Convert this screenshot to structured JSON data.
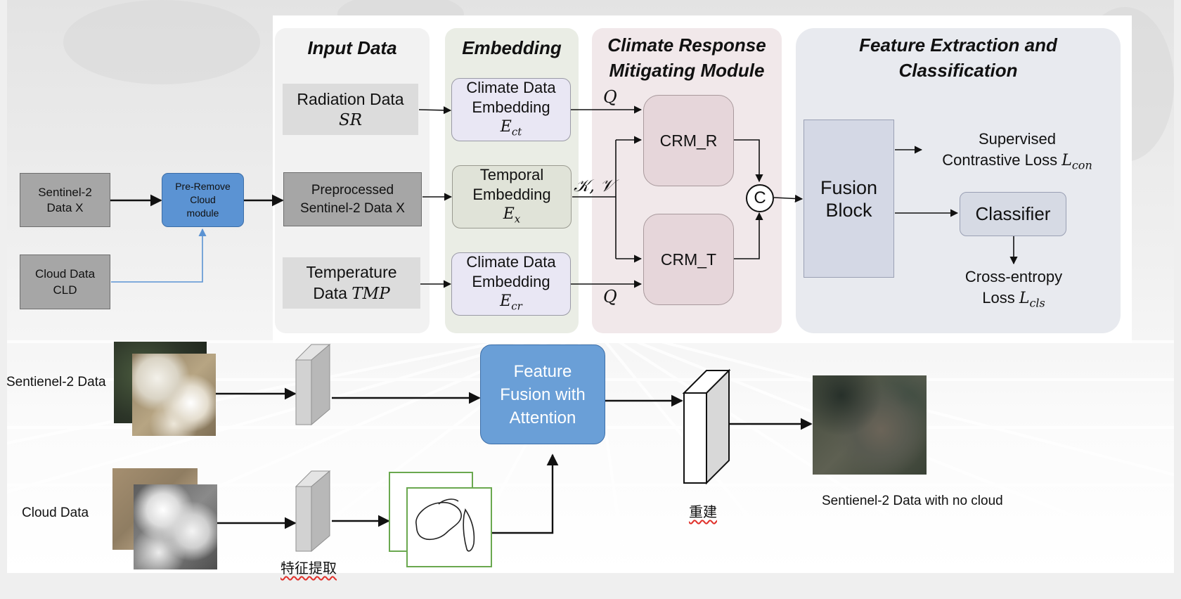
{
  "panels": {
    "input_data": "Input Data",
    "embedding": "Embedding",
    "crm": "Climate Response\nMitigating  Module",
    "feature": "Feature Extraction and\nClassification"
  },
  "left": {
    "sentinel_box": "Sentinel-2\nData X",
    "cloud_box": "Cloud Data\nCLD",
    "pre_remove": "Pre-Remove\nCloud\nmodule"
  },
  "inputs": {
    "radiation": {
      "label": "Radiation Data",
      "symbol": "SR"
    },
    "preprocessed": "Preprocessed\nSentinel-2 Data X",
    "temperature": {
      "label": "Temperature",
      "label2": "Data",
      "symbol": "TMP"
    }
  },
  "embeddings": {
    "climate_top": {
      "label": "Climate Data\nEmbedding",
      "symbol": "E",
      "sub": "ct"
    },
    "temporal": {
      "label": "Temporal\nEmbedding",
      "symbol": "E",
      "sub": "x"
    },
    "climate_bottom": {
      "label": "Climate Data\nEmbedding",
      "symbol": "E",
      "sub": "cr"
    }
  },
  "crm": {
    "q_top": "Q",
    "kv": "𝒦, 𝒱",
    "q_bottom": "Q",
    "crm_r": "CRM_R",
    "crm_t": "CRM_T",
    "concat": "C"
  },
  "feature": {
    "fusion_block": "Fusion\nBlock",
    "supervised_line1": "Supervised",
    "supervised_line2": "Contrastive Loss",
    "supervised_symbol": "L",
    "supervised_sub": "con",
    "classifier": "Classifier",
    "ce_line1": "Cross-entropy",
    "ce_line2": "Loss",
    "ce_symbol": "L",
    "ce_sub": "cls"
  },
  "bottom": {
    "sentinel_label": "Sentienel-2 Data",
    "cloud_label": "Cloud Data",
    "feature_fusion": "Feature\nFusion with\nAttention",
    "extract_label": "特征提取",
    "reconstruct_label": "重建",
    "output_label": "Sentienel-2 Data with no cloud"
  },
  "colors": {
    "input_panel": "#f2f2f2",
    "embedding_panel": "#eaede5",
    "crm_panel": "#f1e8ea",
    "feature_panel": "#e8eaef",
    "gray_box": "#a6a6a6",
    "blue_box": "#5b93d3",
    "fusion_attention": "#6a9fd7",
    "crm_box": "#e6d6da",
    "embed_box": "#e9e7f4",
    "temporal_box": "#e0e3d8",
    "fusion_block": "#d4d8e5",
    "classifier": "#d6dae4",
    "edge_green": "#6aa84f"
  }
}
